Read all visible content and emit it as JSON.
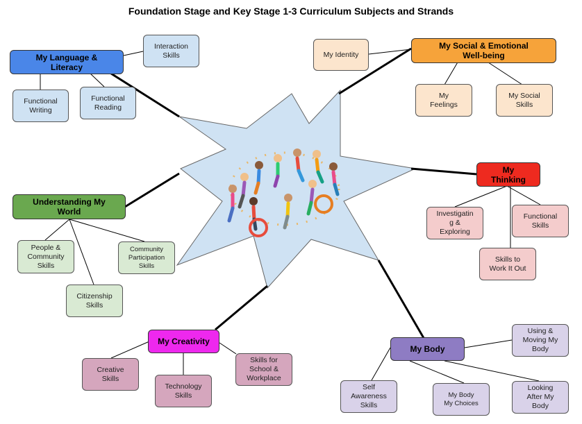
{
  "title": "Foundation Stage and Key Stage 1-3 Curriculum Subjects and Strands",
  "colors": {
    "language": "#4a86e8",
    "language_sub": "#cfe2f3",
    "social": "#f6a33a",
    "social_sub": "#fce5cd",
    "thinking": "#ee2a1f",
    "thinking_sub": "#f4cccc",
    "world": "#6aa84f",
    "world_sub": "#d9ead3",
    "creativity": "#ee28ee",
    "creativity_sub": "#d5a6bd",
    "body": "#8e7cc3",
    "body_sub": "#d9d2e9",
    "star": "#cfe2f3"
  },
  "center_image": "children-circle-icon",
  "subjects": {
    "language": {
      "label": "My Language &\nLiteracy",
      "strands": [
        "Interaction\nSkills",
        "Functional\nWriting",
        "Functional\nReading"
      ]
    },
    "social": {
      "label": "My Social & Emotional\nWell-being",
      "strands": [
        "My Identity",
        "My\nFeelings",
        "My Social\nSkills"
      ]
    },
    "thinking": {
      "label": "My\nThinking",
      "strands": [
        "Investigatin\ng &\nExploring",
        "Functional\nSkills",
        "Skills to\nWork It Out"
      ]
    },
    "world": {
      "label": "Understanding My\nWorld",
      "strands": [
        "People &\nCommunity\nSkills",
        "Community\nParticipation\nSkills",
        "Citizenship\nSkills"
      ]
    },
    "creativity": {
      "label": "My Creativity",
      "strands": [
        "Creative\nSkills",
        "Technology\nSkills",
        "Skills for\nSchool &\nWorkplace"
      ]
    },
    "body": {
      "label": "My Body",
      "strands": [
        "Using &\nMoving My\nBody",
        "Self\nAwareness\nSkills",
        "My Body\nMy Choices",
        "Looking\nAfter My\nBody"
      ]
    }
  }
}
